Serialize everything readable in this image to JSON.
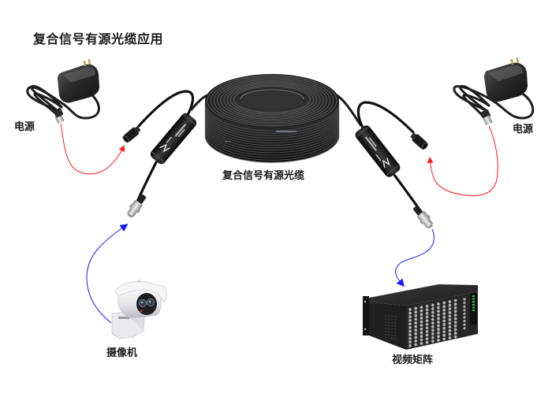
{
  "diagram": {
    "title": "复合信号有源光缆应用",
    "components": {
      "power_left": {
        "label": "电源",
        "kind": "power-adapter"
      },
      "power_right": {
        "label": "电源",
        "kind": "power-adapter"
      },
      "cable": {
        "label": "复合信号有源光缆",
        "kind": "cable-coil"
      },
      "camera": {
        "label": "摄像机",
        "kind": "surveillance-camera"
      },
      "matrix": {
        "label": "视频矩阵",
        "kind": "video-matrix"
      },
      "module_left": {
        "kind": "active-module-with-dc-jack-and-bnc"
      },
      "module_right": {
        "kind": "active-module-with-dc-jack-and-bnc"
      }
    },
    "connections": [
      {
        "from": "power_left",
        "to": "module_left dc-jack",
        "type": "power",
        "color": "#ff1a1a"
      },
      {
        "from": "power_right",
        "to": "module_right dc-jack",
        "type": "power",
        "color": "#ff1a1a"
      },
      {
        "from": "camera",
        "to": "module_left bnc",
        "type": "video",
        "color": "#1a1aff"
      },
      {
        "from": "module_right bnc",
        "to": "matrix",
        "type": "video",
        "color": "#1a1aff"
      }
    ]
  },
  "colors": {
    "power_arrow": "#ff1a1a",
    "video_arrow": "#1a1aff",
    "cable_black": "#1c1c1c",
    "label_text": "#1a1a1a",
    "matrix_led": "#3fbf3f"
  }
}
